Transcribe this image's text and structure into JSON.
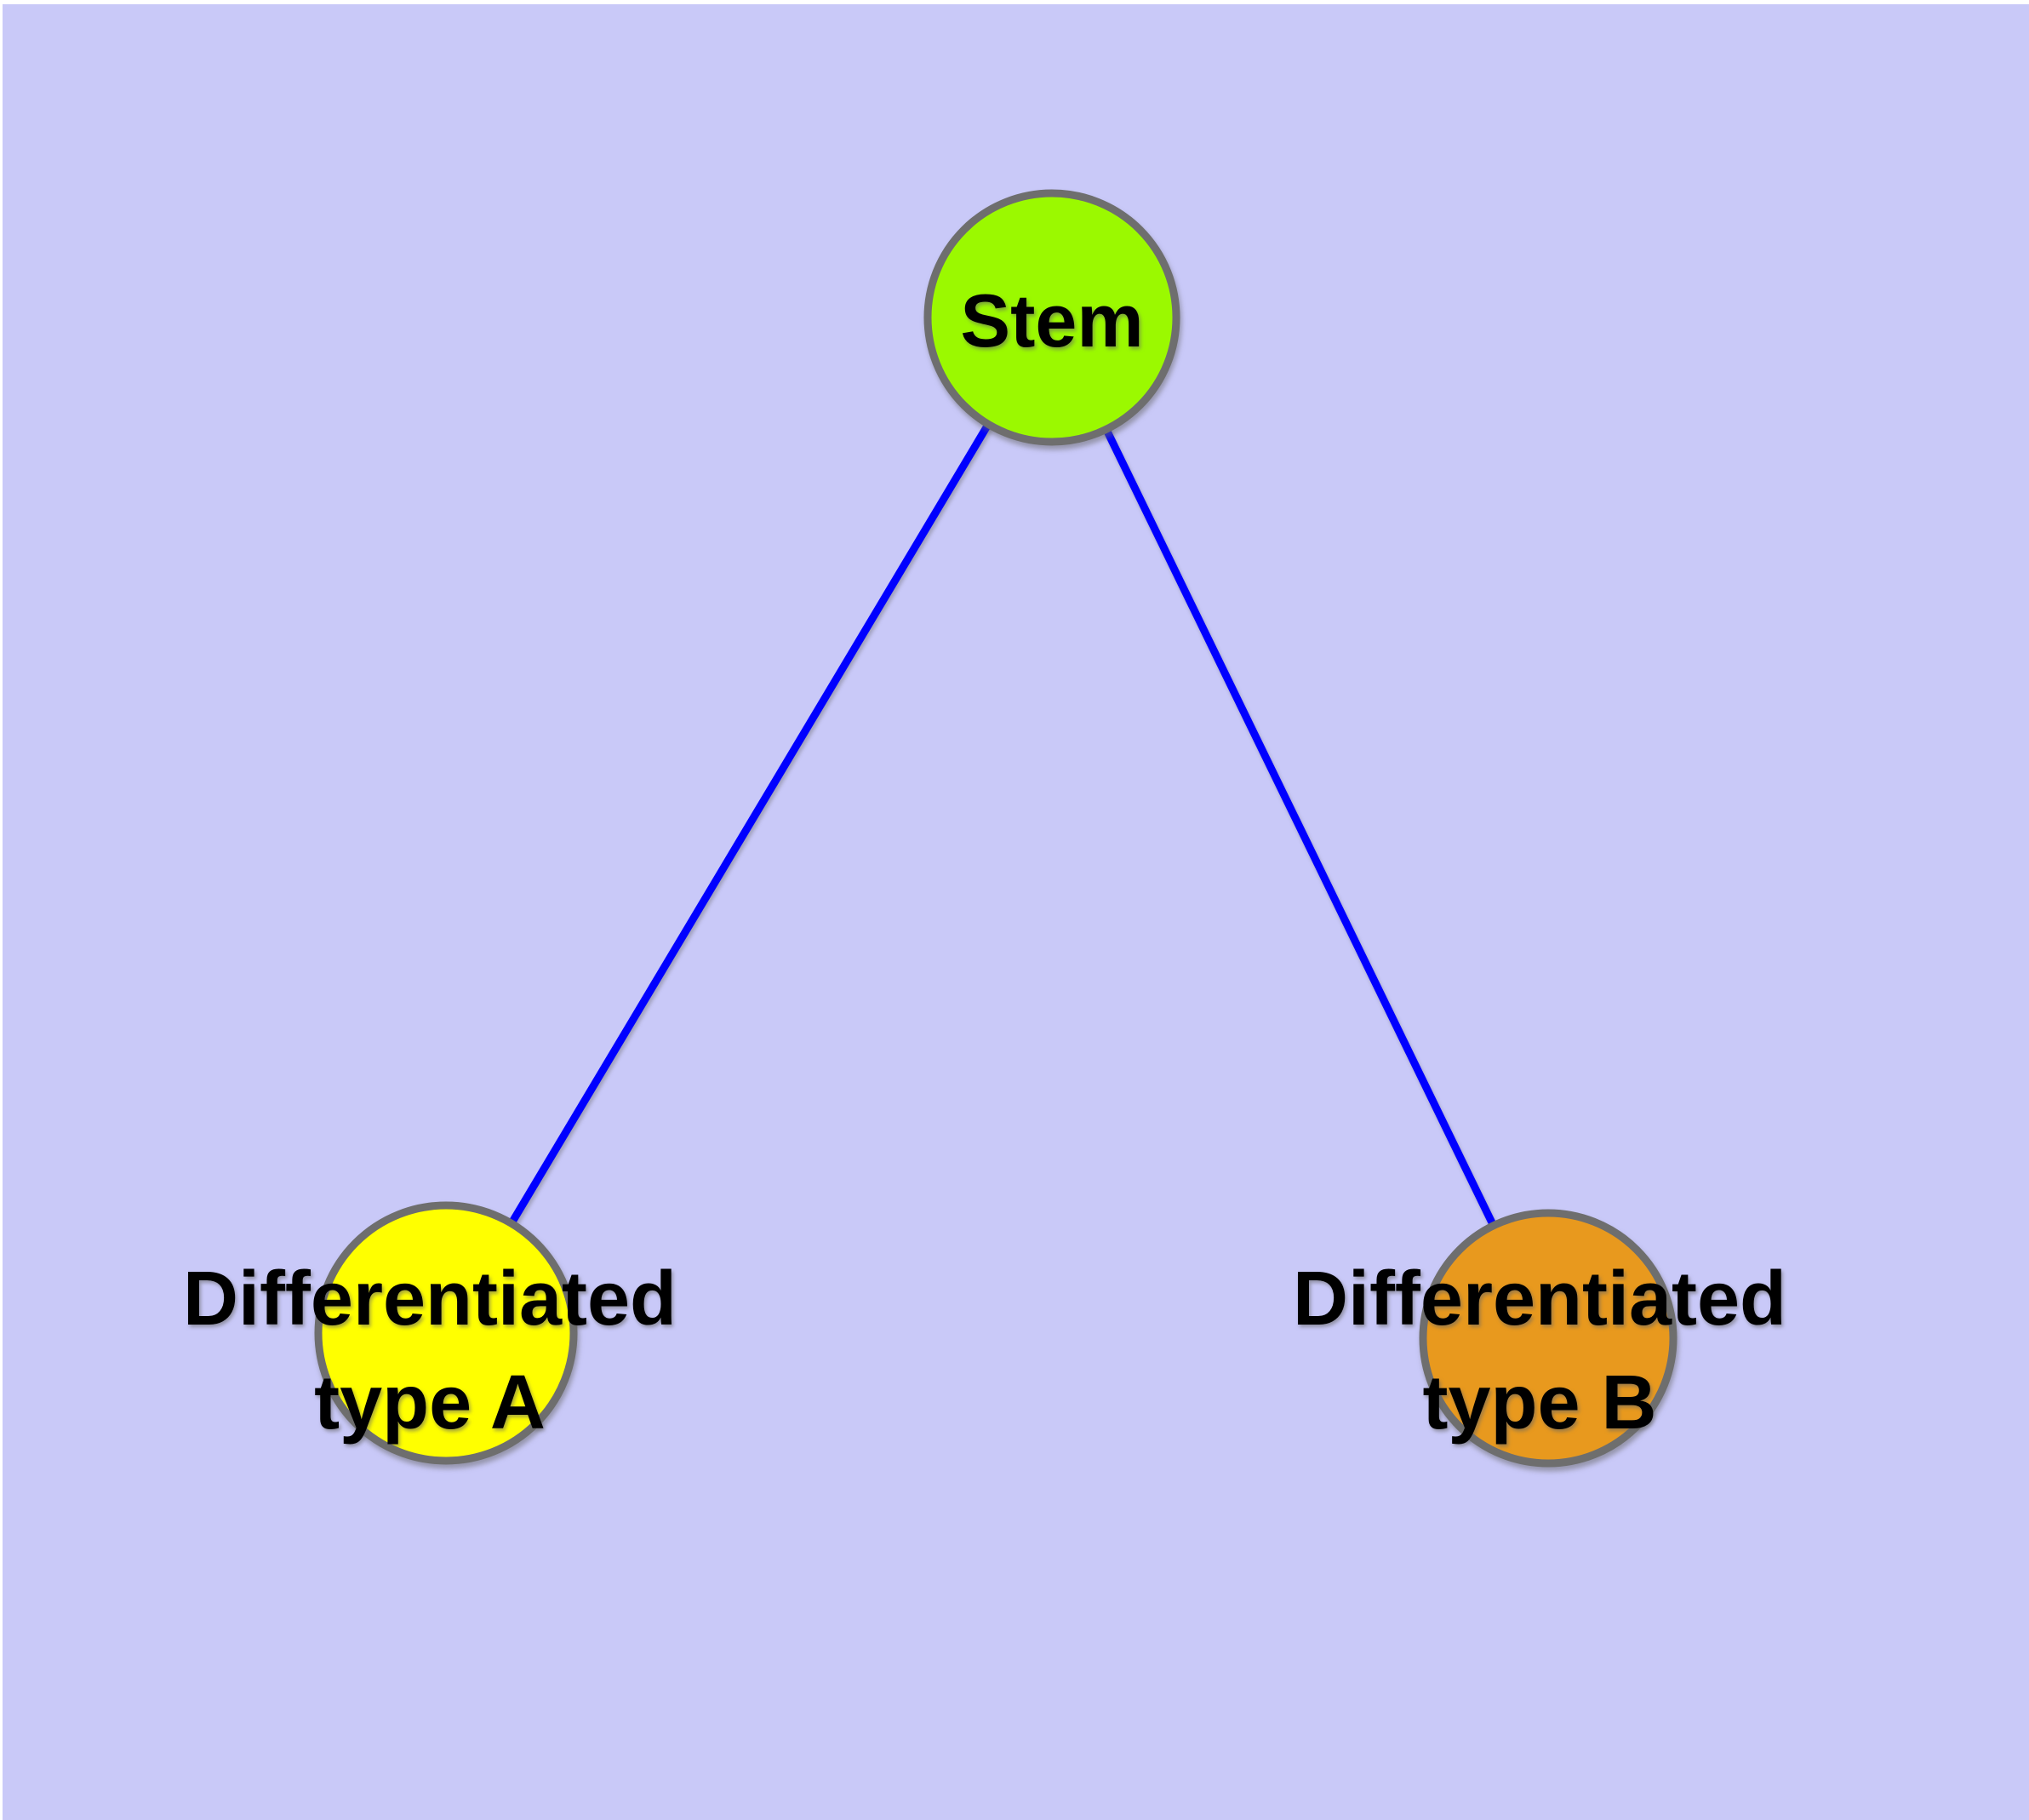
{
  "colors": {
    "background": "#C9C9F8",
    "edge": "#0000FF",
    "node_border": "#6E6E6E",
    "label_text": "#000000"
  },
  "graph": {
    "nodes": [
      {
        "id": "stem",
        "label": "Stem",
        "color": "#9BF900"
      },
      {
        "id": "type-a",
        "label_line1": "Differentiated",
        "label_line2": "type A",
        "color": "#FFFF00"
      },
      {
        "id": "type-b",
        "label_line1": "Differentiated",
        "label_line2": "type B",
        "color": "#E8991E"
      }
    ],
    "edges": [
      {
        "from": "stem",
        "to": "type-a"
      },
      {
        "from": "stem",
        "to": "type-b"
      }
    ]
  }
}
